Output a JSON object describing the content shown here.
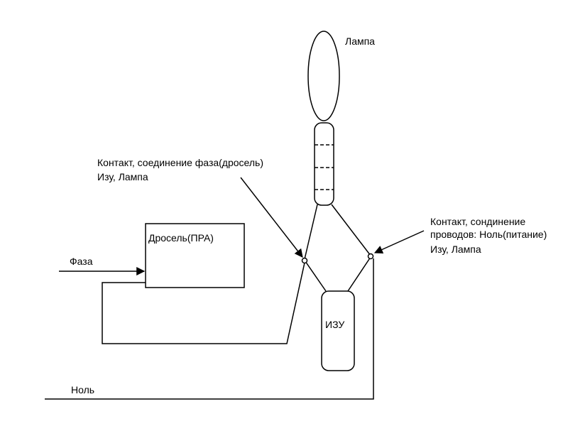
{
  "labels": {
    "lamp": "Лампа",
    "contact_phase_line1": "Контакт, соединение фаза(дросель)",
    "contact_phase_line2": "Изу, Лампа",
    "contact_zero_line1": "Контакт, сондинение",
    "contact_zero_line2": "проводов: Ноль(питание)",
    "contact_zero_line3": "Изу, Лампа",
    "choke": "Дросель(ПРА)",
    "phase": "Фаза",
    "izu": "ИЗУ",
    "zero": "Ноль"
  }
}
